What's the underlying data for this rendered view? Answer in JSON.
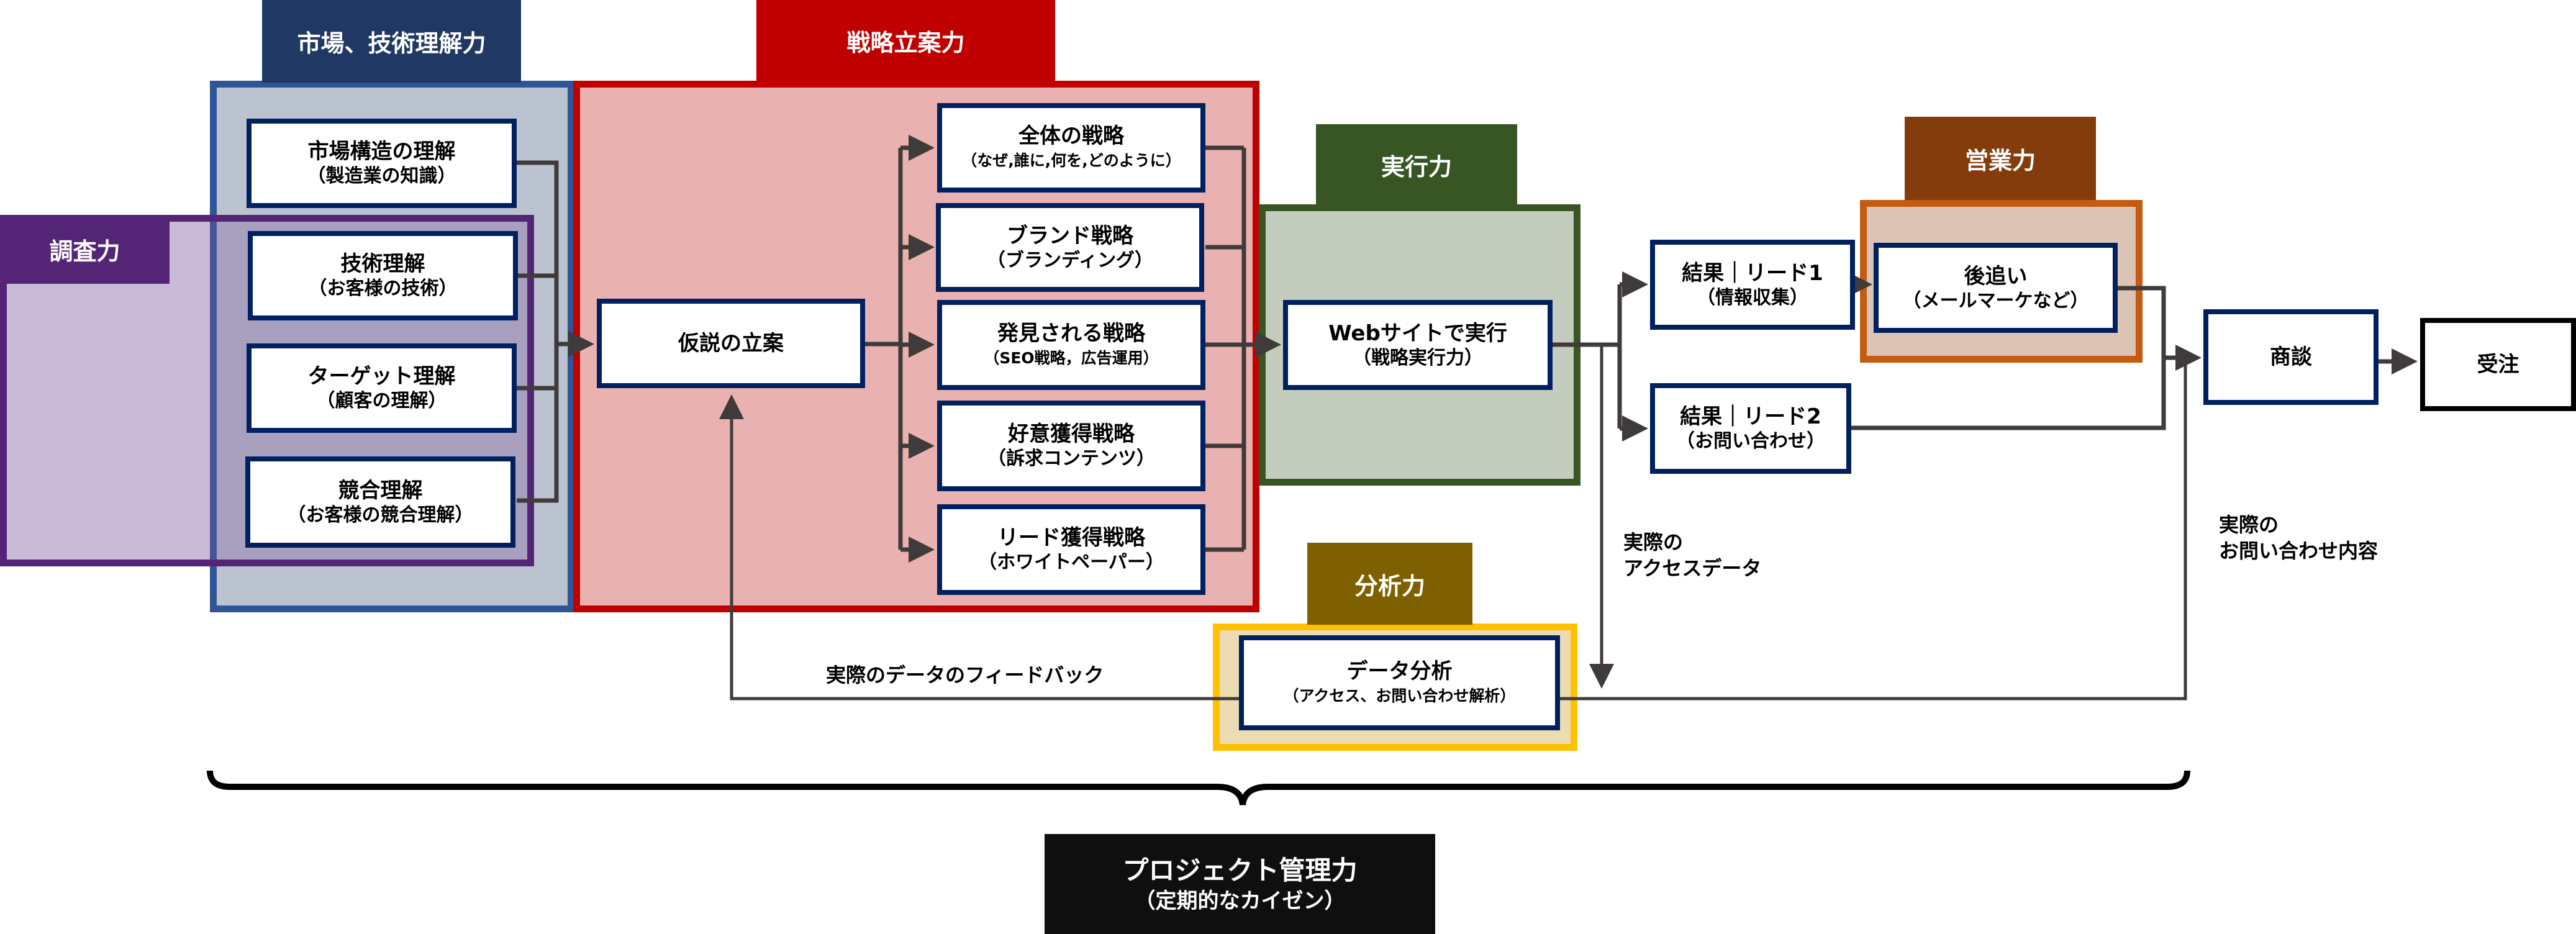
{
  "groups": {
    "research": {
      "title": "調査力",
      "border": "#542577",
      "fill": "#c9bbd6",
      "title_bg": "#542577"
    },
    "market": {
      "title": "市場、技術理解力",
      "border": "#2f5597",
      "fill": "#bcc3d0",
      "title_bg": "#203864"
    },
    "strategy": {
      "title": "戦略立案力",
      "border": "#c00000",
      "fill": "#eab1b1",
      "title_bg": "#c00000"
    },
    "execution": {
      "title": "実行力",
      "border": "#375623",
      "fill": "#c4cdbd",
      "title_bg": "#375623"
    },
    "sales": {
      "title": "営業力",
      "border": "#c55a11",
      "fill": "#dbc4b6",
      "title_bg": "#843c0c"
    },
    "analysis": {
      "title": "分析力",
      "border": "#ffc000",
      "fill": "#ebdcb2",
      "title_bg": "#7f6000"
    },
    "pm": {
      "title": "プロジェクト管理力",
      "subtitle": "（定期的なカイゼン）",
      "title_bg": "#0f0f0f"
    }
  },
  "nodes": {
    "market_structure": {
      "line1": "市場構造の理解",
      "line2": "（製造業の知識）"
    },
    "tech": {
      "line1": "技術理解",
      "line2": "（お客様の技術）"
    },
    "target": {
      "line1": "ターゲット理解",
      "line2": "（顧客の理解）"
    },
    "competitor": {
      "line1": "競合理解",
      "line2": "（お客様の競合理解）"
    },
    "hypothesis": {
      "line1": "仮説の立案"
    },
    "overall": {
      "line1": "全体の戦略",
      "line2": "（なぜ,誰に,何を,どのように）"
    },
    "brand": {
      "line1": "ブランド戦略",
      "line2": "（ブランディング）"
    },
    "discovery": {
      "line1": "発見される戦略",
      "line2": "（SEO戦略，広告運用）"
    },
    "favor": {
      "line1": "好意獲得戦略",
      "line2": "（訴求コンテンツ）"
    },
    "lead_gen": {
      "line1": "リード獲得戦略",
      "line2": "（ホワイトペーパー）"
    },
    "web": {
      "line1": "Webサイトで実行",
      "line2": "（戦略実行力）"
    },
    "lead1": {
      "line1": "結果｜リード1",
      "line2": "（情報収集）"
    },
    "lead2": {
      "line1": "結果｜リード2",
      "line2": "（お問い合わせ）"
    },
    "follow": {
      "line1": "後追い",
      "line2": "（メールマーケなど）"
    },
    "negotiation": {
      "line1": "商談"
    },
    "order": {
      "line1": "受注"
    },
    "data_analysis": {
      "line1": "データ分析",
      "line2": "（アクセス、お問い合わせ解析）"
    }
  },
  "labels": {
    "access_data": [
      "実際の",
      "アクセスデータ"
    ],
    "inquiry_content": [
      "実際の",
      "お問い合わせ内容"
    ],
    "feedback": "実際のデータのフィードバック"
  },
  "colors": {
    "connector": "#3f3b3a",
    "node_border": "#002060",
    "brace": "#000000"
  }
}
